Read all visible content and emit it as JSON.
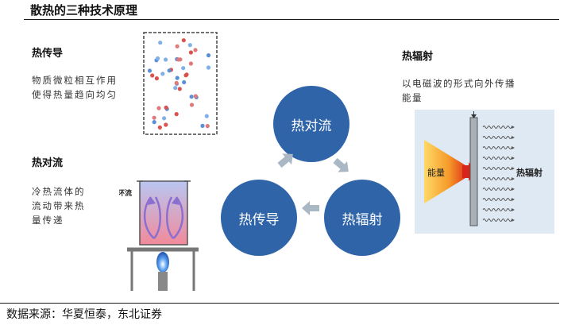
{
  "header": {
    "title": "散热的三种技术原理"
  },
  "conduction": {
    "title": "热传导",
    "desc_line1": "物质微粒相互作用",
    "desc_line2": "使得热量趋向均匀"
  },
  "convection": {
    "title": "热对流",
    "desc_line1": "冷热流体的",
    "desc_line2": "流动带来热",
    "desc_line3": "量传递",
    "flow_label": "环流"
  },
  "radiation": {
    "title": "热辐射",
    "desc_line1": "以电磁波的形式向外传播",
    "desc_line2": "能量",
    "energy_label": "能量",
    "radiation_label": "热辐射"
  },
  "cycle": {
    "top": "热对流",
    "left": "热传导",
    "right": "热辐射",
    "color": "#2f64a8",
    "arrow_color": "#aab8c6"
  },
  "footer": {
    "source": "数据来源：华夏恒泰，东北证券"
  }
}
